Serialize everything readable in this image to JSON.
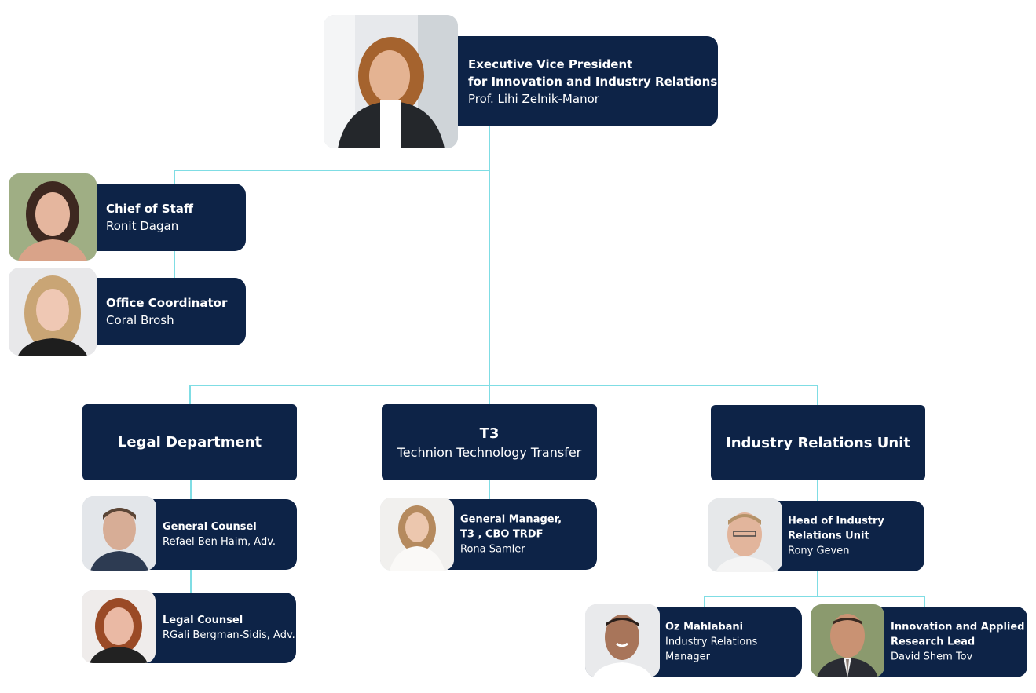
{
  "colors": {
    "card_bg": "#0d2347",
    "card_text": "#ffffff",
    "connector": "#7fdde4"
  },
  "executive": {
    "title": "Executive Vice President\nfor Innovation and Industry Relations",
    "name": "Prof. Lihi Zelnik-Manor"
  },
  "chief_of_staff": {
    "title": "Chief of Staff",
    "name": "Ronit Dagan"
  },
  "office_coordinator": {
    "title": "Office Coordinator",
    "name": "Coral Brosh"
  },
  "departments": {
    "legal": {
      "title": "Legal Department"
    },
    "t3": {
      "title": "T3",
      "subtitle": "Technion Technology Transfer"
    },
    "industry": {
      "title": "Industry Relations Unit"
    }
  },
  "general_counsel": {
    "title": "General Counsel",
    "name": "Refael Ben Haim, Adv."
  },
  "legal_counsel": {
    "title": "Legal Counsel",
    "name": "RGali Bergman-Sidis, Adv."
  },
  "t3_manager": {
    "title": "General Manager,\n T3 , CBO TRDF",
    "name": "Rona Samler"
  },
  "industry_head": {
    "title": "Head of Industry\nRelations Unit",
    "name": "Rony Geven"
  },
  "industry_manager": {
    "title": "Oz Mahlabani",
    "name": "Industry Relations\nManager"
  },
  "research_lead": {
    "title": "Innovation and Applied\nResearch Lead",
    "name": "David Shem Tov"
  }
}
